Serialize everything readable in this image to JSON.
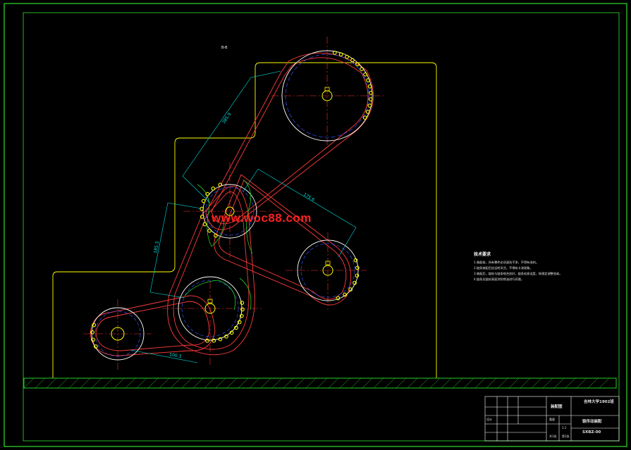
{
  "section_label": "B-B",
  "watermark": "www.woc88.com",
  "dimensions": {
    "top_center_distance": "385.9",
    "right_center_distance": "175.6",
    "left_vertical": "185.3",
    "bottom_left": "100.3"
  },
  "technical_requirements": {
    "title": "技术要求",
    "items": [
      "1.装配前，所有零件必须清洗干净，不得有毛刺。",
      "2.链条装配后应运转灵活，不得有卡滞现象。",
      "3.装配后，链轮与链条啮合良好，链条松紧适度，按规定调整张紧。",
      "4.链条及链轮表面涂防锈油进行润滑。"
    ]
  },
  "title_block": {
    "school": "吉林大学1902班",
    "drawing_name": "链传动装配",
    "designer": "设计",
    "drawing_number": "SXBZ-00",
    "scale": "1:1",
    "weight": "重量",
    "sheet": "共1张",
    "sheet_no": "第1张",
    "material": "装配图"
  },
  "colors": {
    "frame": "#ffff00",
    "dimension": "#00e5e5",
    "chain": "#ff3b3b",
    "sprocket_outer": "#ffffff",
    "pitch_circle": "#3050ff",
    "centerline": "#ff3030",
    "teeth": "#ffff00",
    "tensioner": "#22cc22",
    "base": "#22cc22",
    "border": "#30e030"
  }
}
